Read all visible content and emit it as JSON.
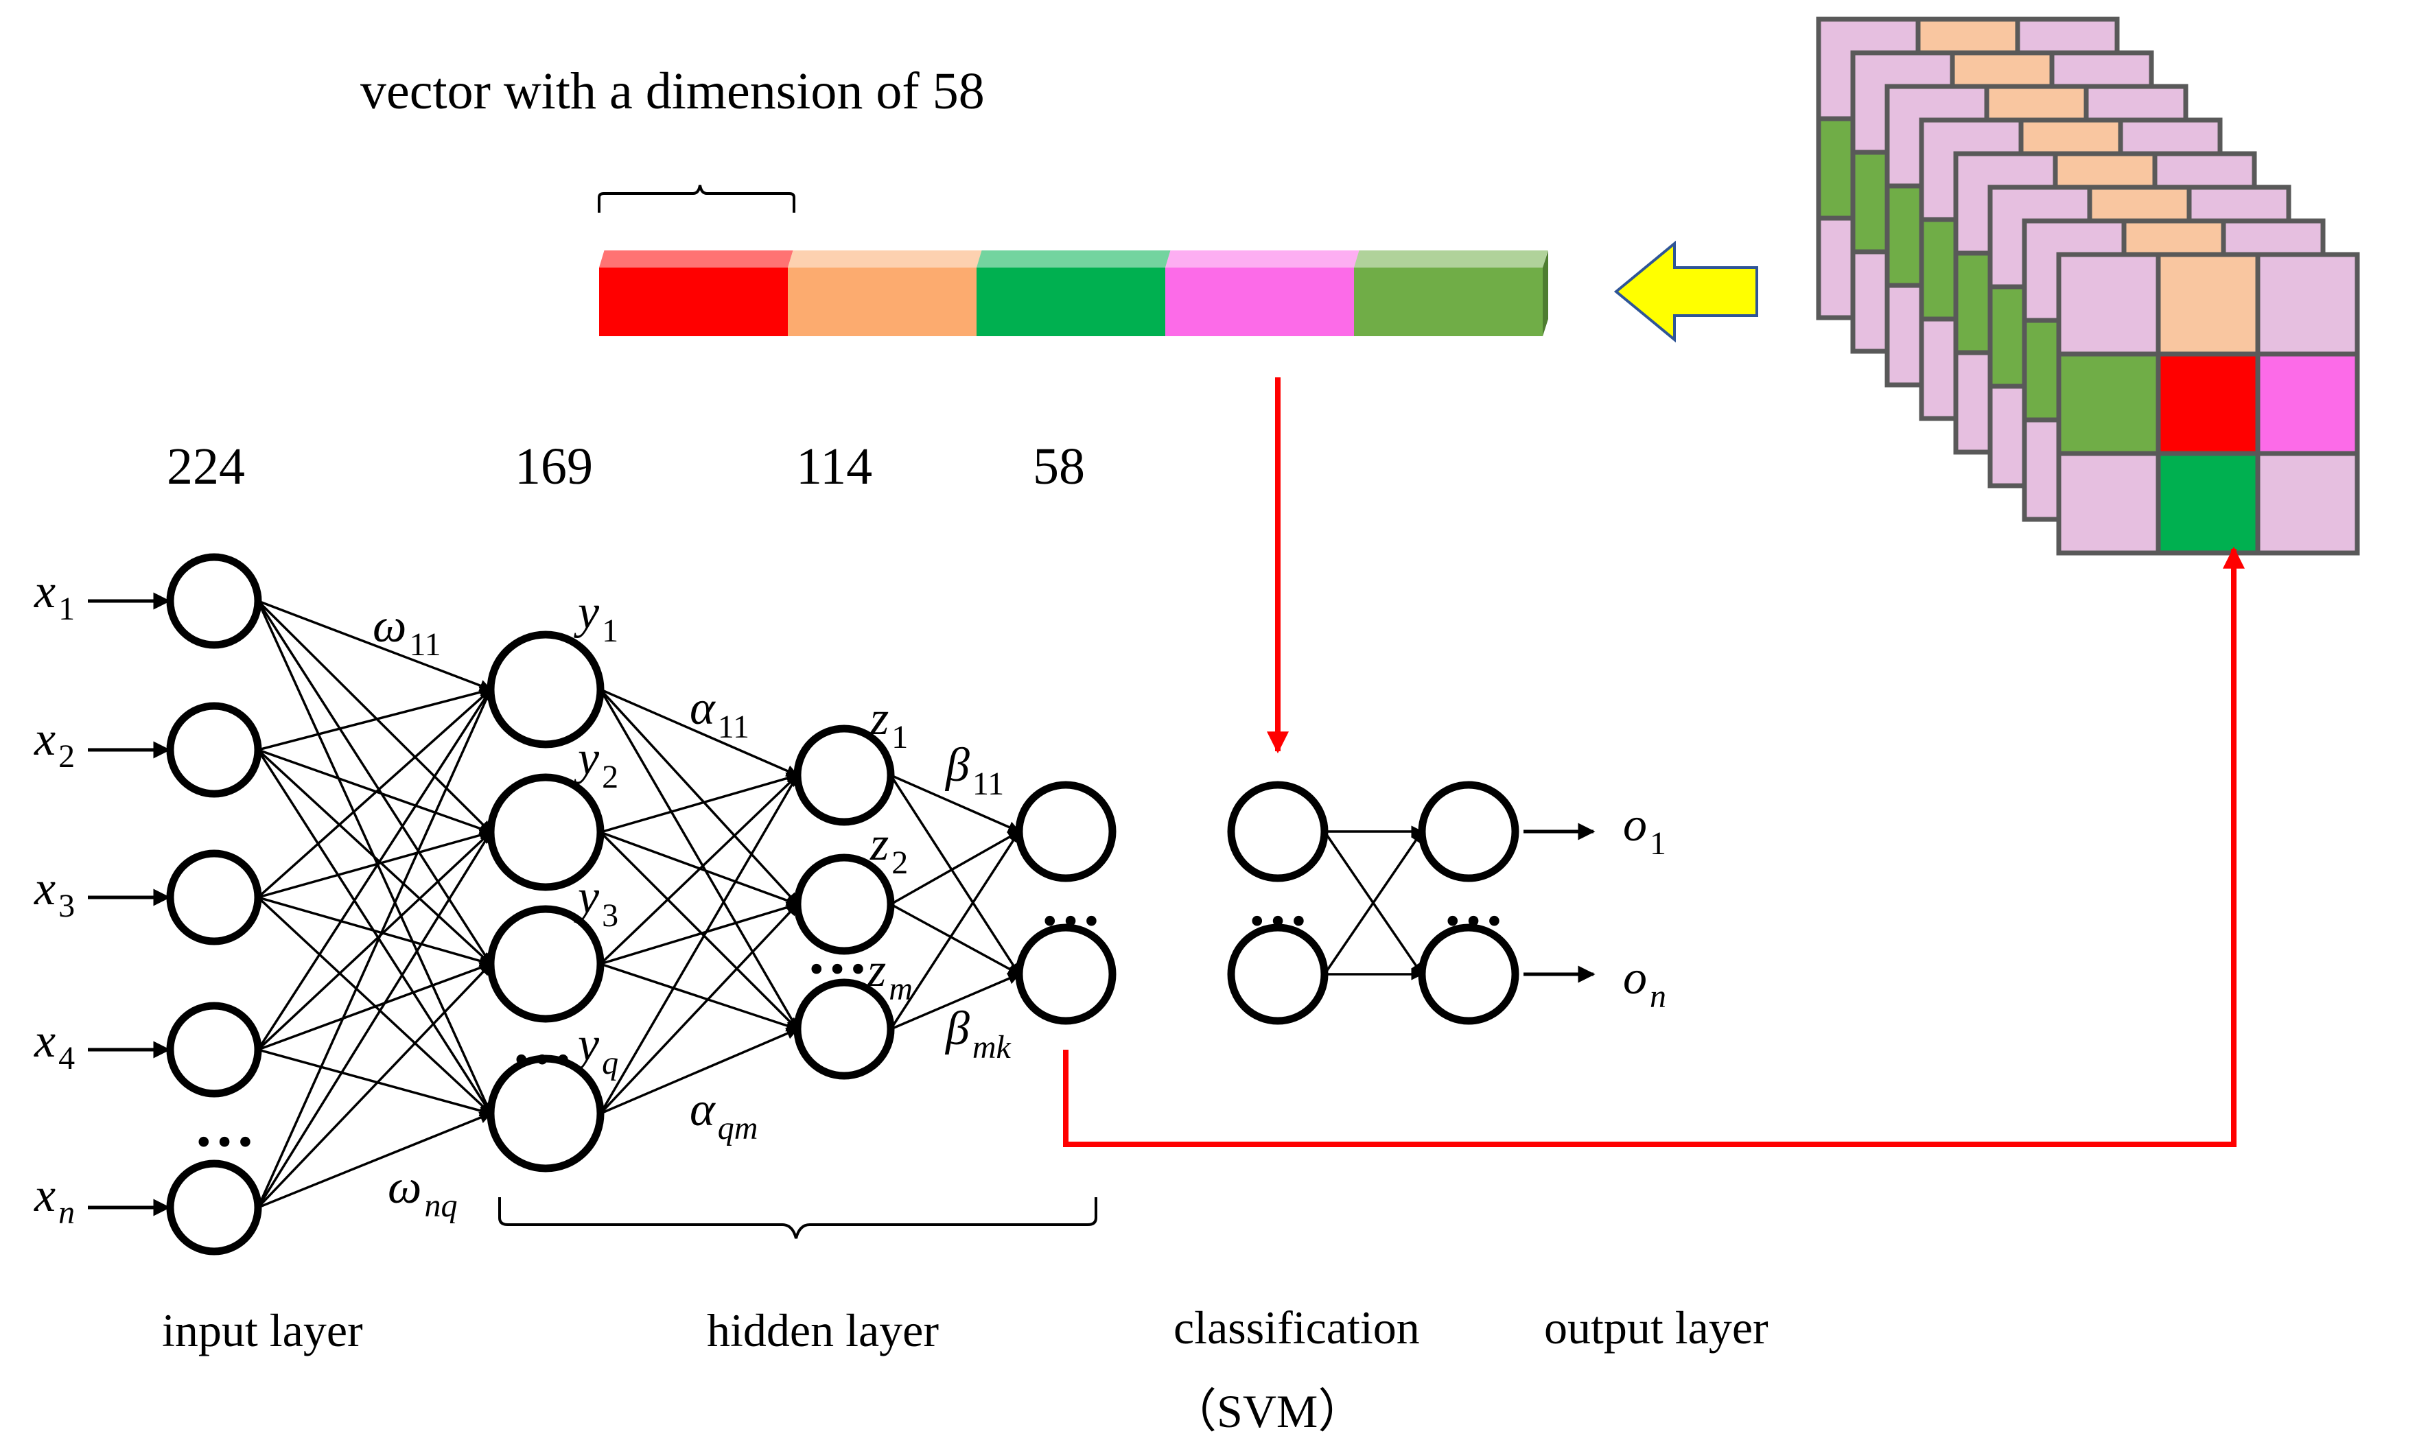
{
  "labels": {
    "vector_title": "vector with a dimension of 58",
    "input_layer": "input layer",
    "hidden_layer": "hidden layer",
    "classification": "classification",
    "svm": "（SVM）",
    "output_layer": "output layer",
    "dots": "…"
  },
  "layer_sizes": [
    "224",
    "169",
    "114",
    "58"
  ],
  "inputs": [
    {
      "base": "x",
      "sub": "1"
    },
    {
      "base": "x",
      "sub": "2"
    },
    {
      "base": "x",
      "sub": "3"
    },
    {
      "base": "x",
      "sub": "4"
    },
    {
      "base": "x",
      "sub": "n"
    }
  ],
  "hidden1": [
    {
      "base": "y",
      "sub": "1"
    },
    {
      "base": "y",
      "sub": "2"
    },
    {
      "base": "y",
      "sub": "3"
    },
    {
      "base": "y",
      "sub": "q"
    }
  ],
  "hidden2": [
    {
      "base": "z",
      "sub": "1"
    },
    {
      "base": "z",
      "sub": "2"
    },
    {
      "base": "z",
      "sub": "m"
    }
  ],
  "weights": [
    {
      "base": "ω",
      "sub": "11"
    },
    {
      "base": "ω",
      "sub": "nq"
    },
    {
      "base": "α",
      "sub": "11"
    },
    {
      "base": "α",
      "sub": "qm"
    },
    {
      "base": "β",
      "sub": "11"
    },
    {
      "base": "β",
      "sub": "mk"
    }
  ],
  "outputs": [
    {
      "base": "o",
      "sub": "1"
    },
    {
      "base": "o",
      "sub": "n"
    }
  ],
  "vector_segment_colors": [
    "#ff0000",
    "#fcab6f",
    "#00b050",
    "#fc6be8",
    "#70ad47"
  ],
  "feature_map_colors": {
    "lavender": "#e6bfe0",
    "peach": "#f9c6a0",
    "green": "#70ad47",
    "red": "#ff0000",
    "magenta": "#fc6be8",
    "bright_green": "#00b050",
    "border": "#595959"
  },
  "arrow_colors": {
    "flow": "#ff0000",
    "input_arrow": "#ffff00"
  }
}
